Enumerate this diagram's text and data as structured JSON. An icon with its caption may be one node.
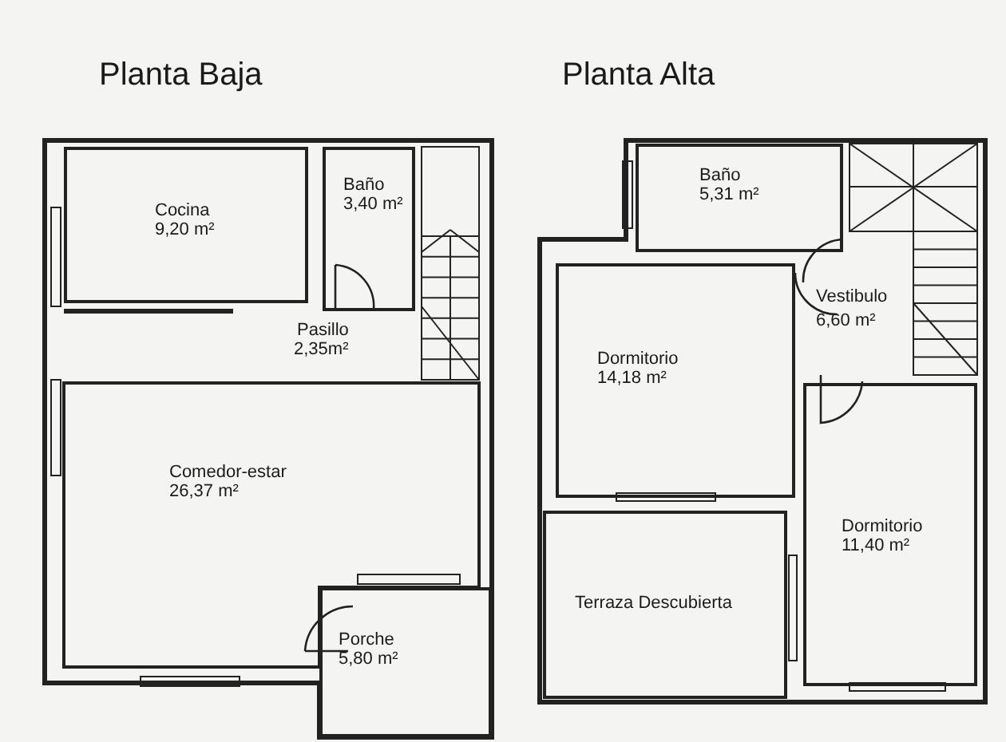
{
  "diagram": {
    "nodes": [
      {
        "text": [
          "Planta Baja"
        ]
      },
      {
        "text": [
          "Cocina",
          "9,20 m²"
        ],
        "in": 0
      },
      {
        "text": [
          "Baño",
          "3,40 m²"
        ],
        "in": 0
      },
      {
        "text": [
          "Pasillo",
          "2,35m²"
        ],
        "in": 0
      },
      {
        "text": [
          "Comedor-estar",
          "26,37 m²"
        ],
        "in": 0
      },
      {
        "text": [
          "Porche",
          "5,80 m²"
        ],
        "in": 0
      },
      {
        "text": [
          "Planta Alta"
        ]
      },
      {
        "text": [
          "Baño",
          "5,31 m²"
        ],
        "in": 6
      },
      {
        "text": [
          "Vestibulo",
          "6,60 m²"
        ],
        "in": 6
      },
      {
        "text": [
          "Dormitorio",
          "14,18 m²"
        ],
        "in": 6
      },
      {
        "text": [
          "Terraza Descubierta"
        ],
        "in": 6
      },
      {
        "text": [
          "Dormitorio",
          "11,40 m²"
        ],
        "in": 6
      }
    ]
  }
}
